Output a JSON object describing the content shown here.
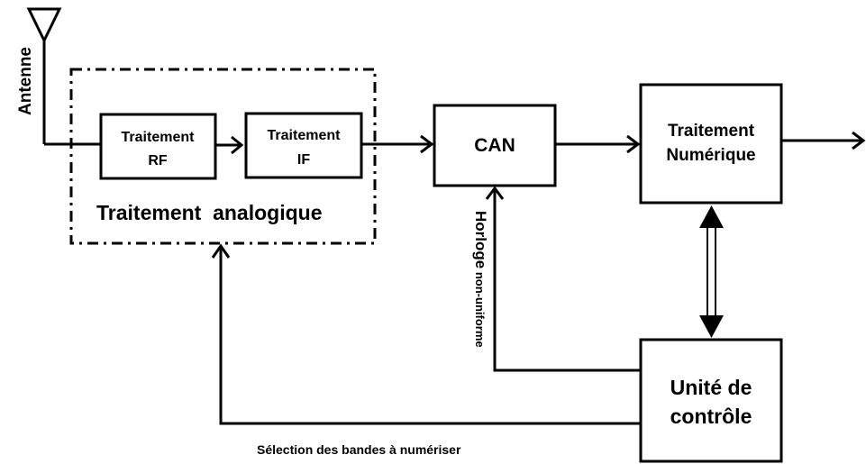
{
  "antenna": {
    "label": "Antenne"
  },
  "analog_group": {
    "title": "Traitement  analogique",
    "rf_block": {
      "line1": "Traitement",
      "line2": "RF"
    },
    "if_block": {
      "line1": "Traitement",
      "line2": "IF"
    }
  },
  "can_block": {
    "label": "CAN"
  },
  "digital_block": {
    "line1": "Traitement",
    "line2": "Numérique"
  },
  "control_block": {
    "line1": "Unité de",
    "line2": "contrôle"
  },
  "clock_label": {
    "main": "Horloge",
    "sub": " non-uniforme"
  },
  "selection_label": "Sélection des bandes à numériser",
  "colors": {
    "stroke": "#000000",
    "background": "#ffffff"
  }
}
